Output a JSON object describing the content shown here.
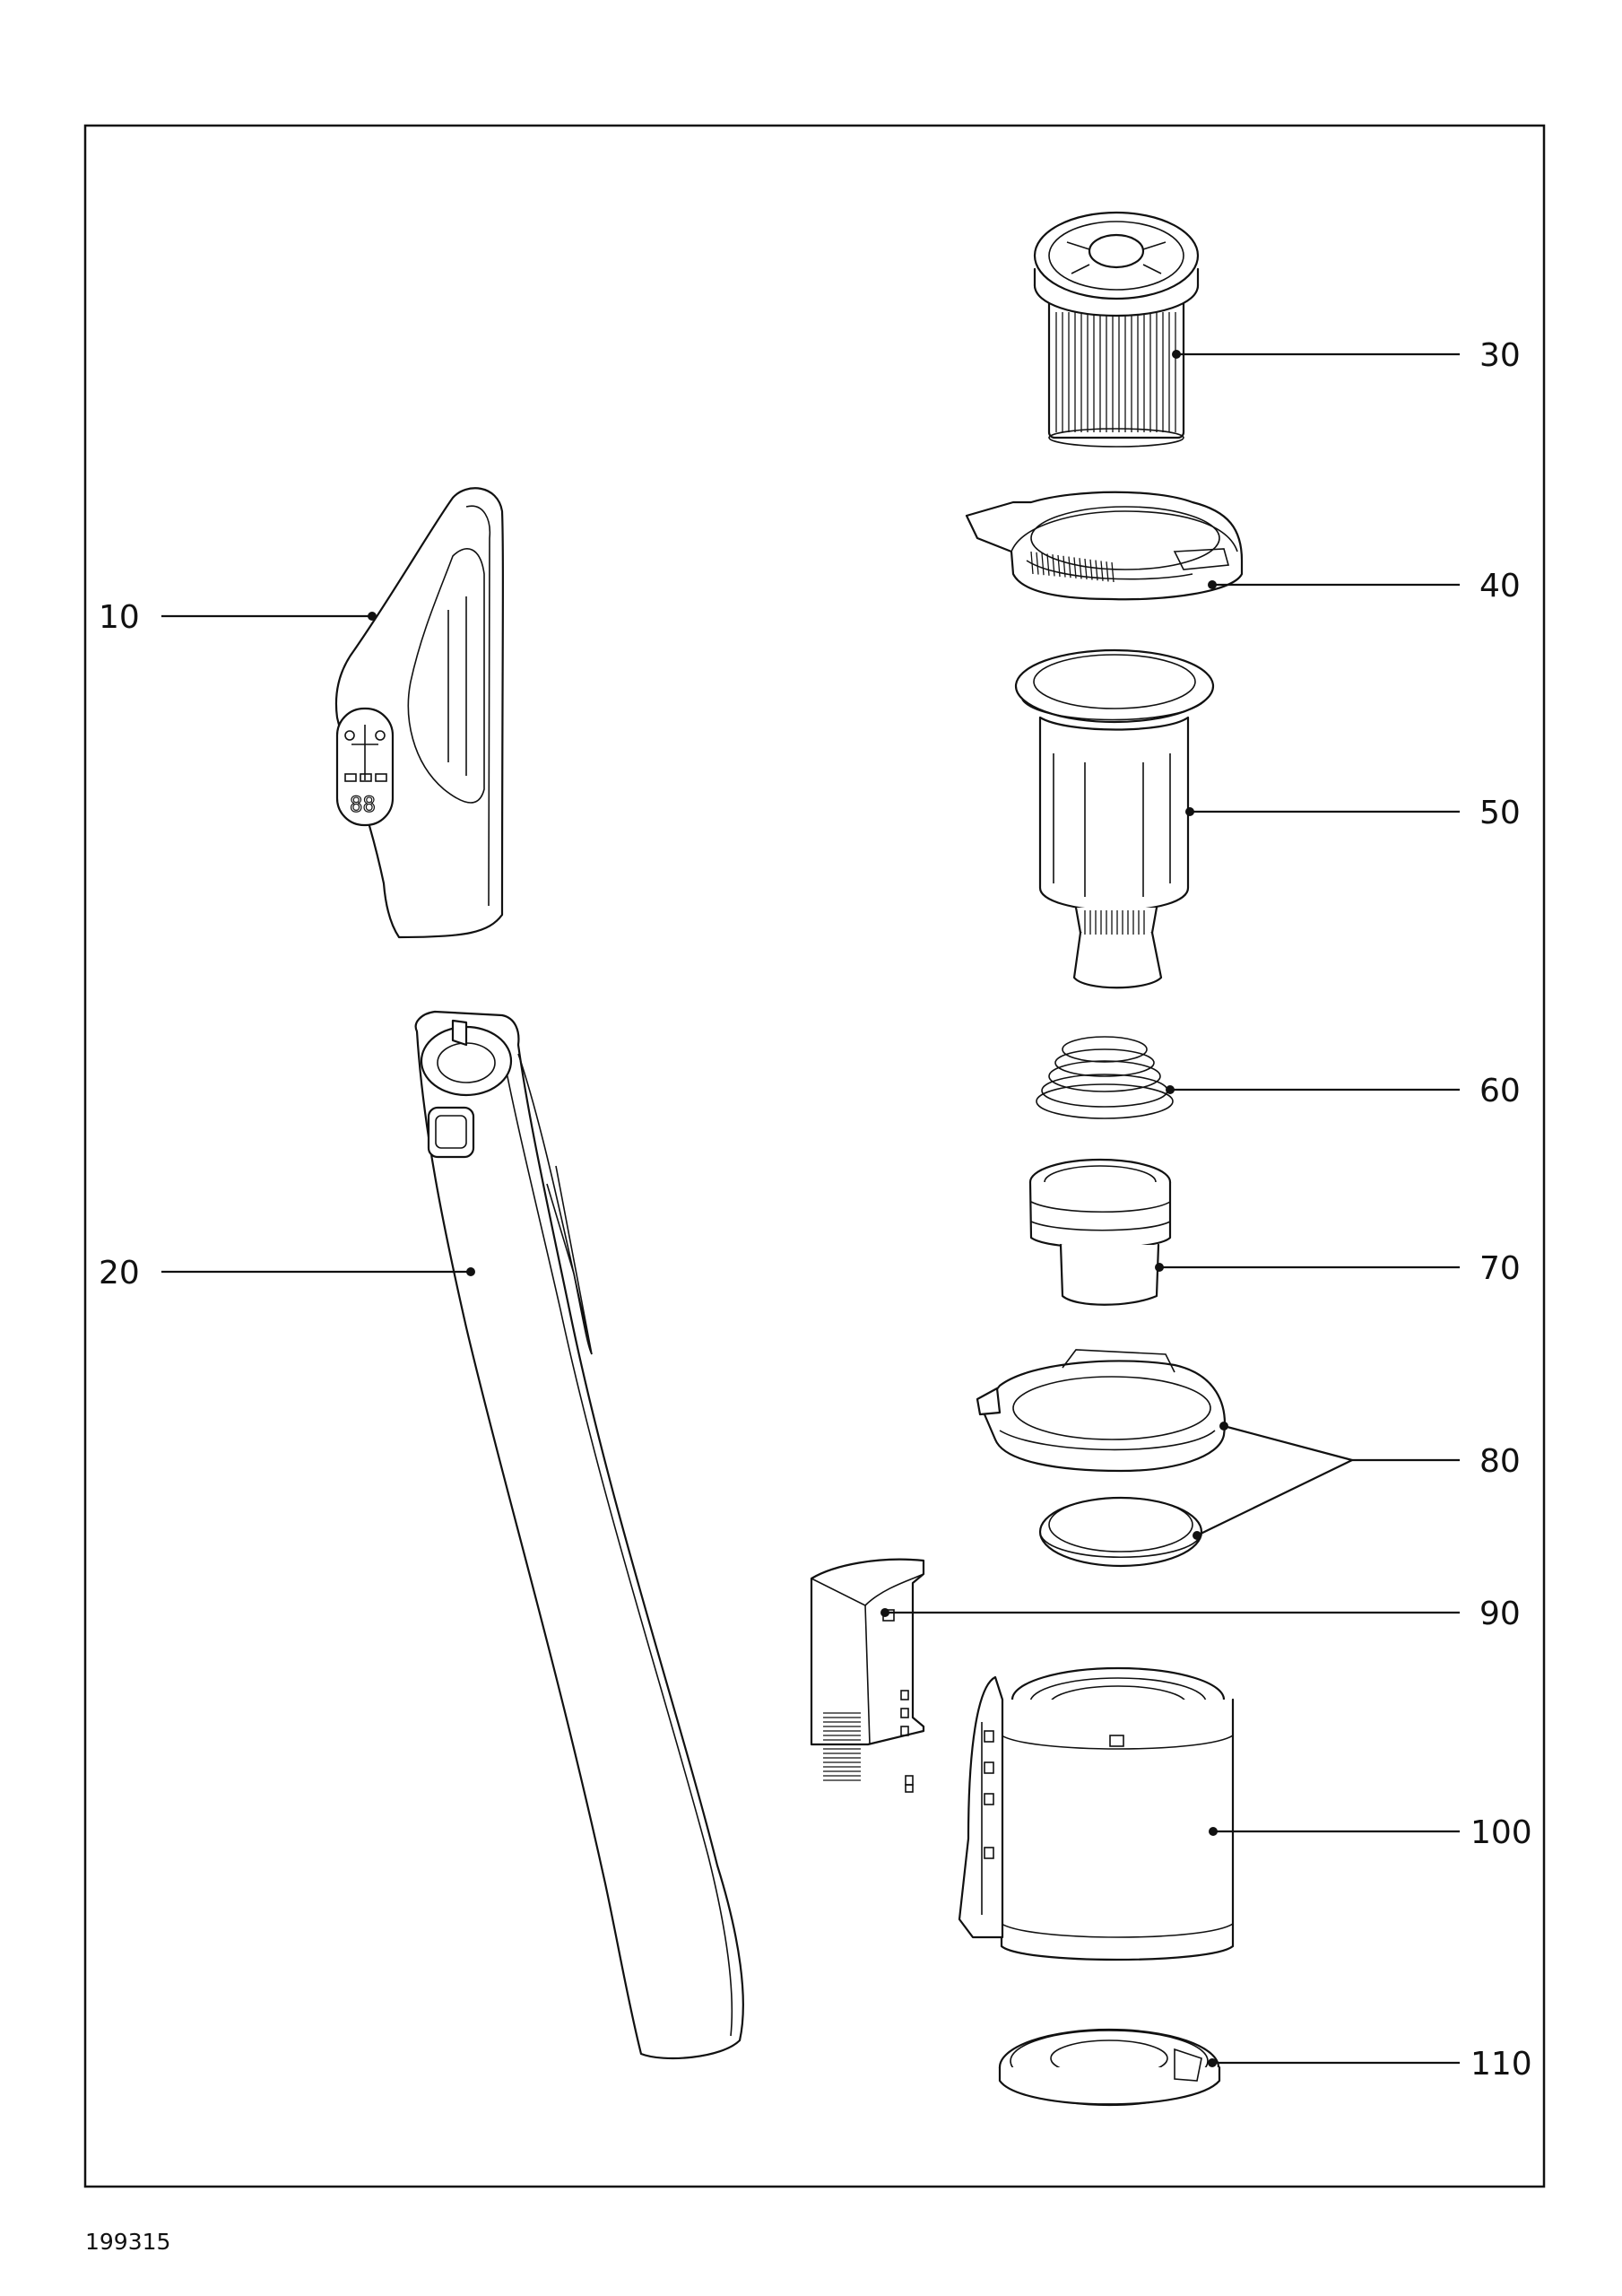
{
  "callouts": [
    {
      "id": "10",
      "label": "10"
    },
    {
      "id": "20",
      "label": "20"
    },
    {
      "id": "30",
      "label": "30"
    },
    {
      "id": "40",
      "label": "40"
    },
    {
      "id": "50",
      "label": "50"
    },
    {
      "id": "60",
      "label": "60"
    },
    {
      "id": "70",
      "label": "70"
    },
    {
      "id": "80",
      "label": "80"
    },
    {
      "id": "90",
      "label": "90"
    },
    {
      "id": "100",
      "label": "100"
    },
    {
      "id": "110",
      "label": "110"
    }
  ],
  "display_digits": "88",
  "document_code": "199315",
  "colors": {
    "line": "#111111",
    "background": "#ffffff"
  }
}
